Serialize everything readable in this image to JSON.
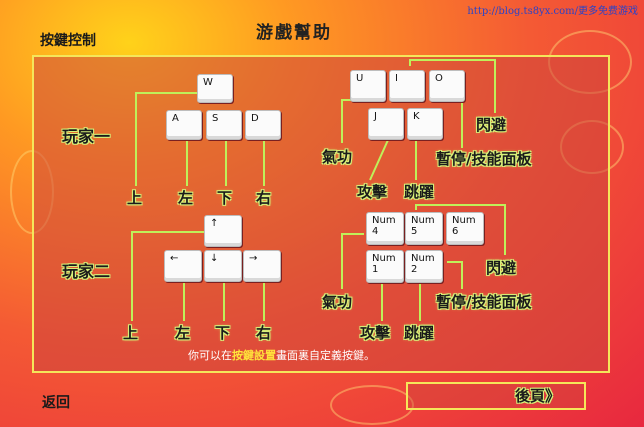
{
  "header": {
    "title": "游戲幫助",
    "section": "按鍵控制",
    "watermark": "http://blog.ts8yx.com/更多免费游戏"
  },
  "player1": {
    "label": "玩家一",
    "keys": {
      "w": "W",
      "a": "A",
      "s": "S",
      "d": "D",
      "u": "U",
      "i": "I",
      "o": "O",
      "j": "J",
      "k": "K"
    },
    "labels": {
      "up": "上",
      "left": "左",
      "down": "下",
      "right": "右",
      "qigong": "氣功",
      "attack": "攻擊",
      "jump": "跳躍",
      "dodge": "閃避",
      "pause": "暫停/技能面板"
    }
  },
  "player2": {
    "label": "玩家二",
    "keys": {
      "up": "↑",
      "left": "←",
      "down": "↓",
      "right": "→",
      "num4": "Num\n4",
      "num5": "Num\n5",
      "num6": "Num\n6",
      "num1": "Num\n1",
      "num2": "Num\n2"
    },
    "labels": {
      "up": "上",
      "left": "左",
      "down": "下",
      "right": "右",
      "qigong": "氣功",
      "attack": "攻擊",
      "jump": "跳躍",
      "dodge": "閃避",
      "pause": "暫停/技能面板"
    }
  },
  "note": {
    "before": "你可以在",
    "highlight": "按鍵設置",
    "after": "畫面裏自定義按鍵。"
  },
  "footer": {
    "back": "返回",
    "next": "後頁》"
  },
  "colors": {
    "line": "#bff05a",
    "panel_border": "#f5e65a",
    "highlight": "#ffe23a"
  }
}
